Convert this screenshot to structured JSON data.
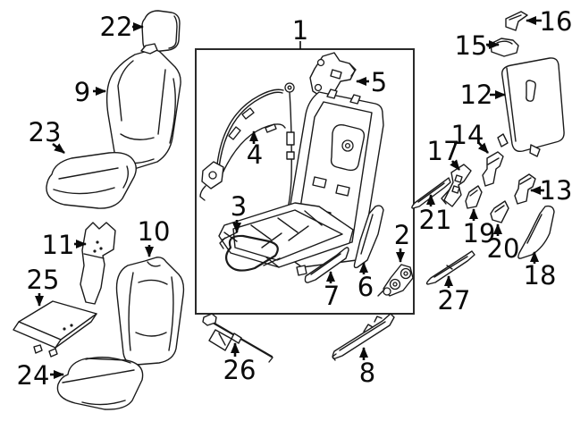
{
  "figure": {
    "type": "parts-diagram",
    "background": "#ffffff",
    "line_color": "#1a1a1a",
    "text_color": "#0a0a0a"
  },
  "callouts": {
    "c1": "1",
    "c2": "2",
    "c3": "3",
    "c4": "4",
    "c5": "5",
    "c6": "6",
    "c7": "7",
    "c8": "8",
    "c9": "9",
    "c10": "10",
    "c11": "11",
    "c12": "12",
    "c13": "13",
    "c14": "14",
    "c15": "15",
    "c16": "16",
    "c17": "17",
    "c18": "18",
    "c19": "19",
    "c20": "20",
    "c21": "21",
    "c22": "22",
    "c23": "23",
    "c24": "24",
    "c25": "25",
    "c26": "26",
    "c27": "27"
  }
}
